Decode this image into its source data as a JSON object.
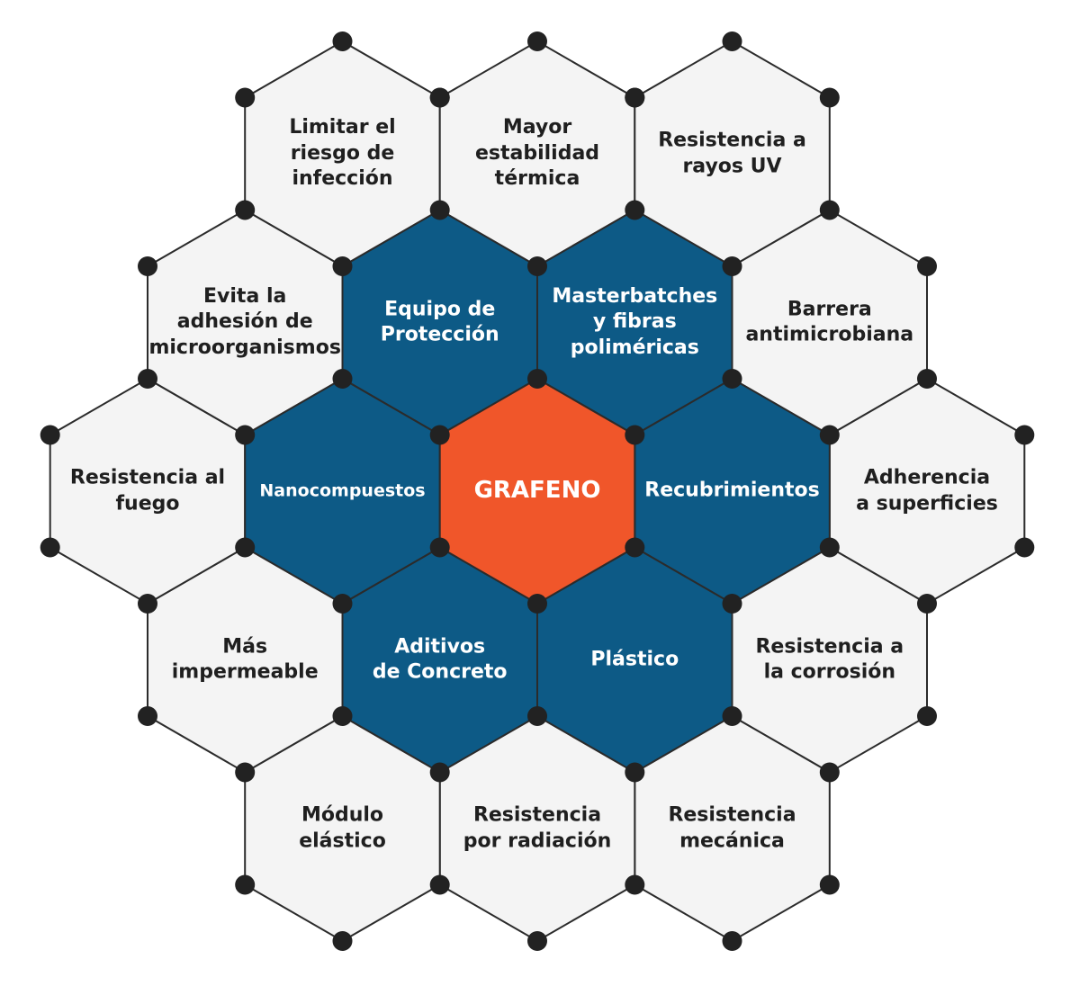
{
  "colors": {
    "outer_fill": "#f4f4f4",
    "mid_fill": "#0d5a86",
    "center_fill": "#f0562a",
    "line": "#2b2b2b",
    "node": "#222222"
  },
  "center": {
    "label": "GRAFENO"
  },
  "applications": [
    {
      "id": "equipo-proteccion",
      "label": "Equipo de\nProtección"
    },
    {
      "id": "masterbatches",
      "label": "Masterbatches\ny fibras\npoliméricas"
    },
    {
      "id": "recubrimientos",
      "label": "Recubrimientos"
    },
    {
      "id": "plastico",
      "label": "Plástico"
    },
    {
      "id": "aditivos-concreto",
      "label": "Aditivos\nde Concreto"
    },
    {
      "id": "nanocompuestos",
      "label": "Nanocompuestos"
    }
  ],
  "properties": [
    {
      "id": "limitar-infeccion",
      "label": "Limitar el\nriesgo de\ninfección"
    },
    {
      "id": "estabilidad-termica",
      "label": "Mayor\nestabilidad\ntérmica"
    },
    {
      "id": "rayos-uv",
      "label": "Resistencia a\nrayos UV"
    },
    {
      "id": "barrera-antimicrobiana",
      "label": "Barrera\nantimicrobiana"
    },
    {
      "id": "adherencia",
      "label": "Adherencia\na superficies"
    },
    {
      "id": "corrosion",
      "label": "Resistencia a\nla corrosión"
    },
    {
      "id": "resistencia-mecanica",
      "label": "Resistencia\nmecánica"
    },
    {
      "id": "radiacion",
      "label": "Resistencia\npor radiación"
    },
    {
      "id": "modulo-elastico",
      "label": "Módulo\nelástico"
    },
    {
      "id": "impermeable",
      "label": "Más\nimpermeable"
    },
    {
      "id": "fuego",
      "label": "Resistencia al\nfuego"
    },
    {
      "id": "adhesion-microorganismos",
      "label": "Evita la\nadhesión de\nmicroorganismos"
    }
  ]
}
